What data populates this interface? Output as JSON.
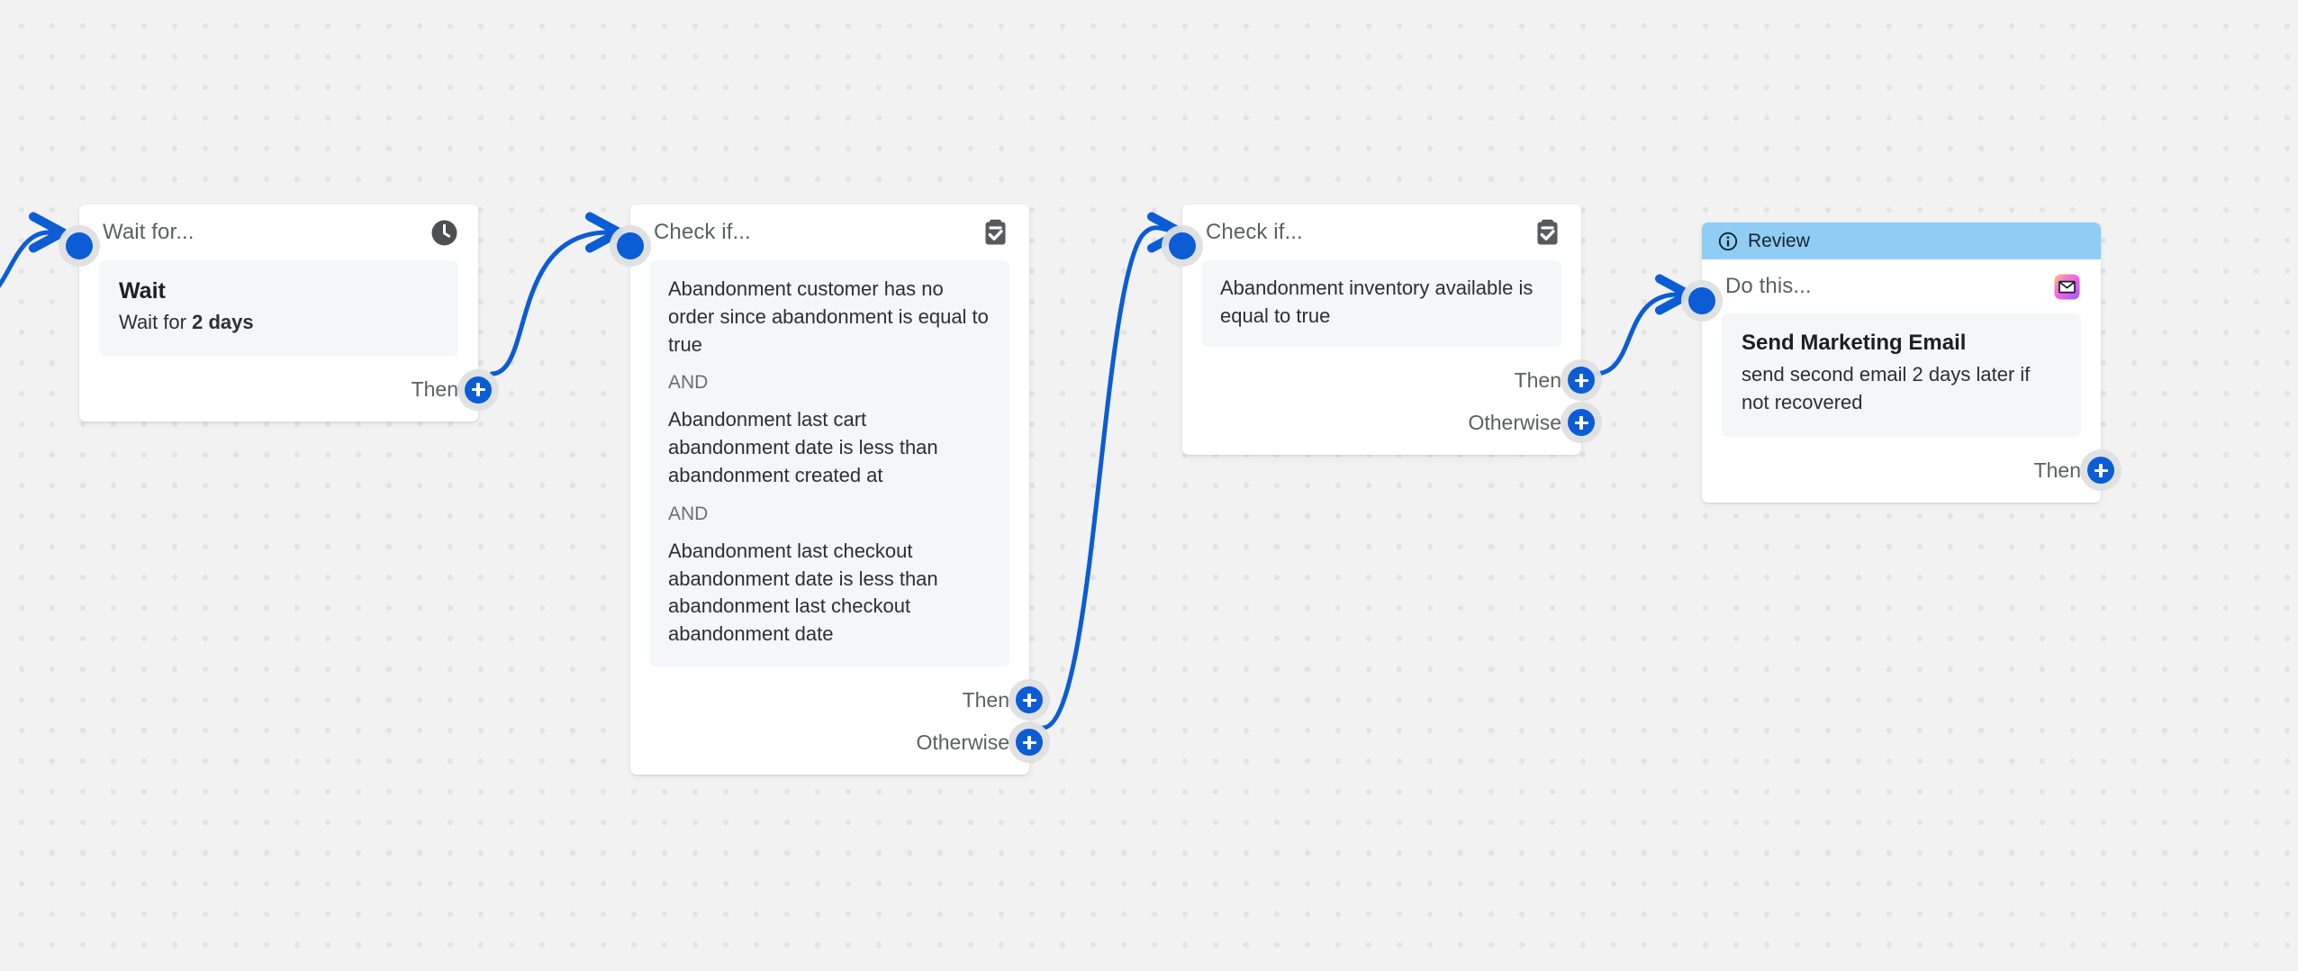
{
  "canvas": {
    "background_color": "#f2f2f2",
    "dot_color": "#e3e3e3",
    "accent_color": "#0b5cd5",
    "banner_color": "#90cdf4"
  },
  "nodes": [
    {
      "id": "wait",
      "title": "Wait for...",
      "icon": "clock-icon",
      "body": {
        "heading": "Wait",
        "prefix": "Wait for ",
        "value": "2 days"
      },
      "ports": [
        {
          "label": "Then"
        }
      ]
    },
    {
      "id": "check-abandonment",
      "title": "Check if...",
      "icon": "clipboard-check-icon",
      "conditions": [
        "Abandonment customer has no order since abandonment is equal to true",
        "Abandonment last cart abandonment date is less than abandonment created at",
        "Abandonment last checkout abandonment date is less than abandonment last checkout abandonment date"
      ],
      "operator": "AND",
      "ports": [
        {
          "label": "Then"
        },
        {
          "label": "Otherwise"
        }
      ]
    },
    {
      "id": "check-inventory",
      "title": "Check if...",
      "icon": "clipboard-check-icon",
      "conditions": [
        "Abandonment inventory available is equal to true"
      ],
      "ports": [
        {
          "label": "Then"
        },
        {
          "label": "Otherwise"
        }
      ]
    },
    {
      "id": "send-email",
      "banner": {
        "label": "Review",
        "icon": "info-circle-icon"
      },
      "title": "Do this...",
      "icon": "email-icon",
      "body": {
        "heading": "Send Marketing Email",
        "description": "send second email 2 days later if not recovered"
      },
      "ports": [
        {
          "label": "Then"
        }
      ]
    }
  ]
}
